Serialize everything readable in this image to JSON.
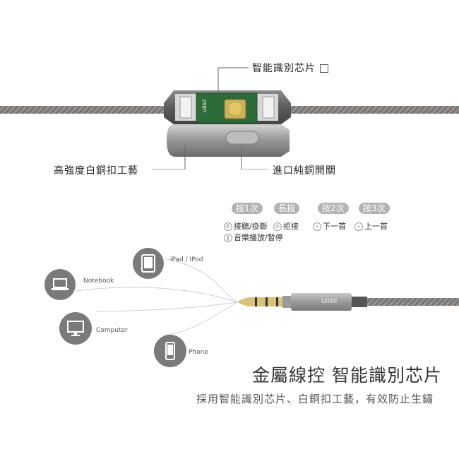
{
  "top_module": {
    "chip_label": "智能識別芯片",
    "board_brand": "uiisii",
    "clip_label": "高強度白銅扣工藝",
    "switch_label": "進口純銅開關"
  },
  "button_functions": {
    "presses": [
      "按1次",
      "長按",
      "按2次",
      "按3次"
    ],
    "row1": [
      "接聽/掛斷",
      "拒接",
      "下一首",
      "上一首"
    ],
    "row2": "音樂播放/暫停"
  },
  "devices": [
    {
      "name": "ipad-ipod",
      "label": "iPad / IPod"
    },
    {
      "name": "notebook",
      "label": "Notebook"
    },
    {
      "name": "computer",
      "label": "Computer"
    },
    {
      "name": "phone",
      "label": "Phone"
    }
  ],
  "plug_brand": "UiiSii",
  "headline": "金屬線控 智能識別芯片",
  "subline": "採用智能識別芯片、白銅扣工藝，有效防止生鏽",
  "colors": {
    "cable": "#8a8a8a",
    "device_circle": "#7a7a7a",
    "pill": "#b3b3b3",
    "pcb": "#2e6b3a",
    "gold": "#c9b15a"
  }
}
